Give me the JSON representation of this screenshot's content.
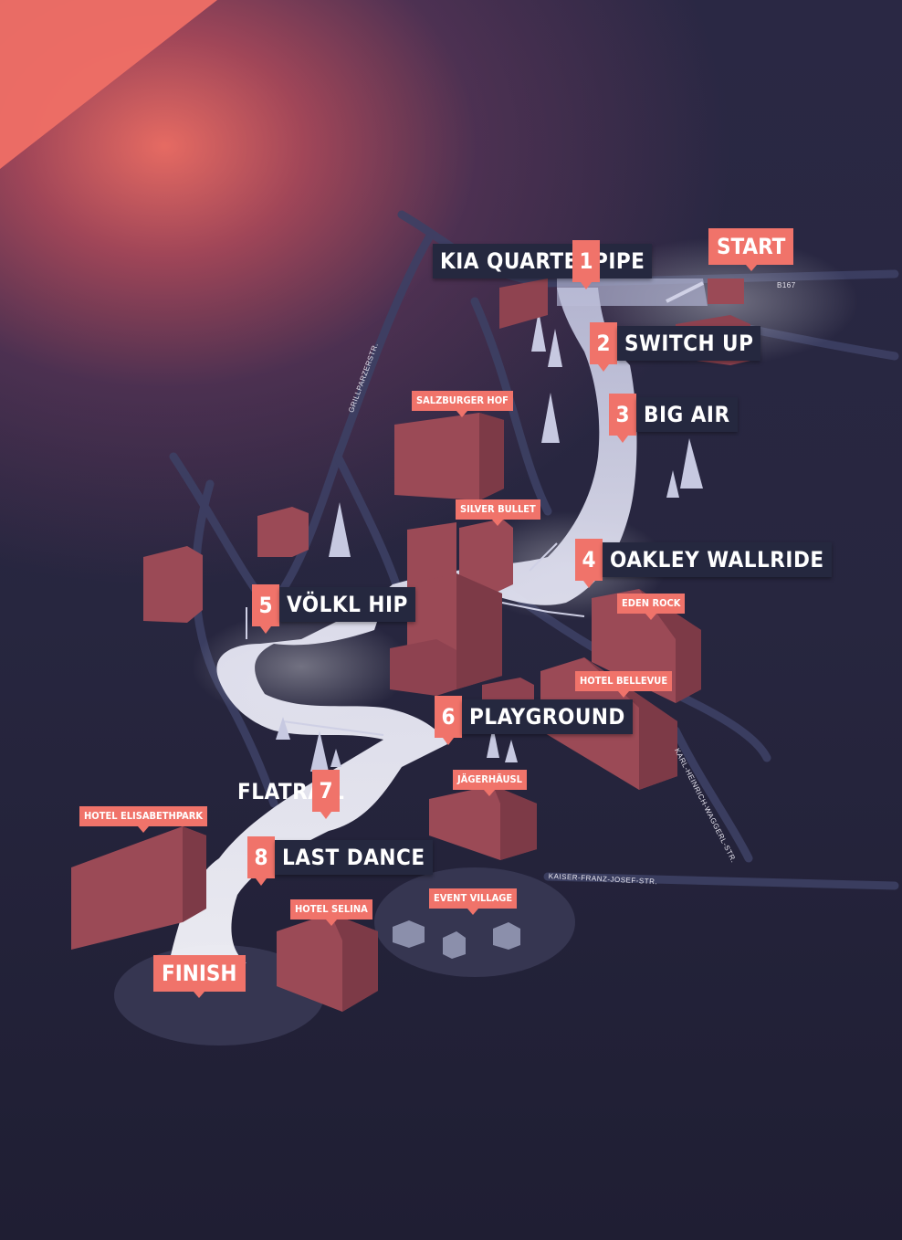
{
  "colors": {
    "background": "#26253e",
    "accent": "#f0736a",
    "building": "#9b4a56",
    "building_dark": "#7a3b47",
    "track": "#d8d7ea",
    "label_bg": "#25283f",
    "tree": "#c9cbe2"
  },
  "markers": {
    "start": "START",
    "finish": "FINISH"
  },
  "features": [
    {
      "number": "1",
      "name": "KIA QUARTERPIPE"
    },
    {
      "number": "2",
      "name": "SWITCH UP"
    },
    {
      "number": "3",
      "name": "BIG AIR"
    },
    {
      "number": "4",
      "name": "OAKLEY WALLRIDE"
    },
    {
      "number": "5",
      "name": "VÖLKL HIP"
    },
    {
      "number": "6",
      "name": "PLAYGROUND"
    },
    {
      "number": "7",
      "name": "FLATRAIL"
    },
    {
      "number": "8",
      "name": "LAST DANCE"
    }
  ],
  "places": {
    "salzburger_hof": "SALZBURGER HOF",
    "silver_bullet": "SILVER BULLET",
    "eden_rock": "EDEN ROCK",
    "hotel_bellevue": "HOTEL BELLEVUE",
    "jagerhausl": "JÄGERHÄUSL",
    "hotel_elisabethpark": "HOTEL ELISABETHPARK",
    "hotel_selina": "HOTEL SELINA",
    "event_village": "EVENT VILLAGE"
  },
  "streets": {
    "b167": "B167",
    "grillparzerstr": "GRILLPARZERSTR.",
    "karl_heinrich": "KARL-HEINRICH-WAGGERL-STR.",
    "kaiser_franz": "KAISER-FRANZ-JOSEF-STR."
  }
}
